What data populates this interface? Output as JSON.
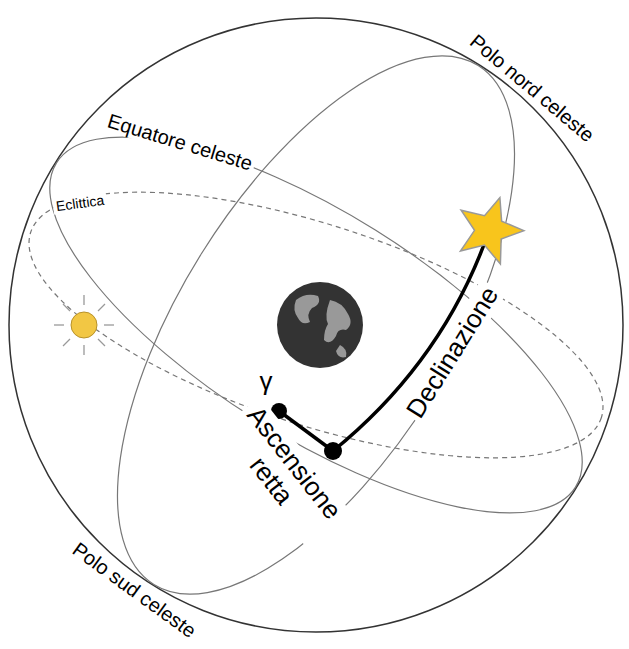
{
  "diagram": {
    "labels": [
      "Polo nord celeste",
      "Equatore celeste",
      "Eclittica",
      "Declinazione",
      "Ascensione retta",
      "γ",
      "Polo sud celeste"
    ]
  }
}
